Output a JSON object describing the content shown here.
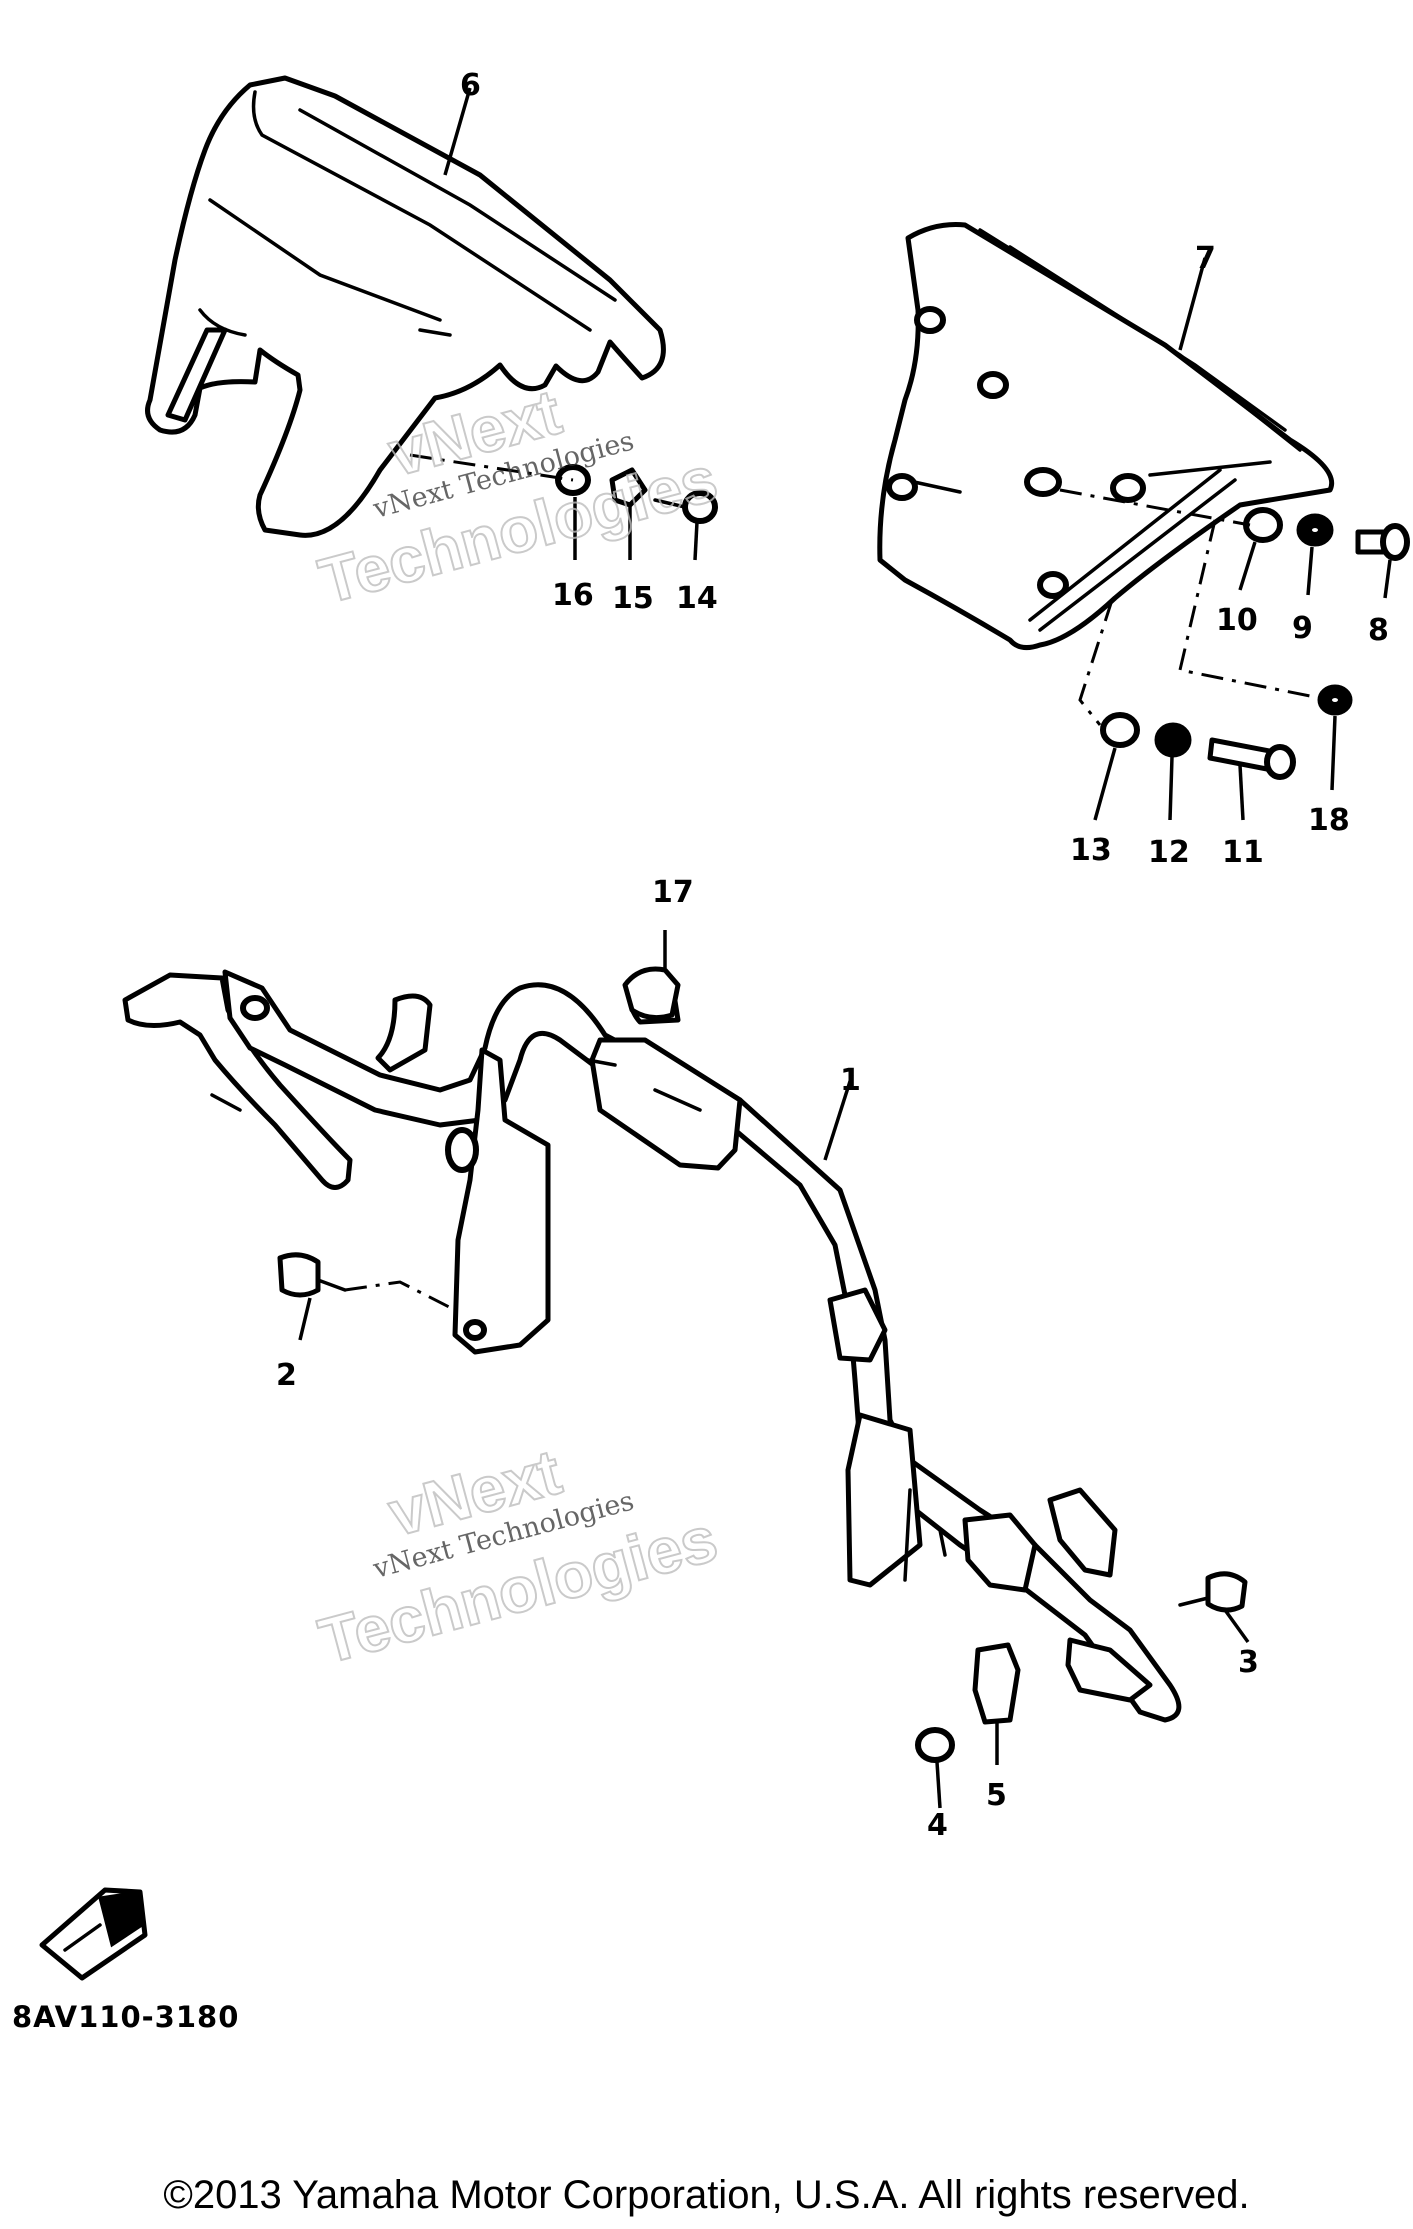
{
  "callouts": [
    "1",
    "2",
    "3",
    "4",
    "5",
    "6",
    "7",
    "8",
    "9",
    "10",
    "11",
    "12",
    "13",
    "14",
    "15",
    "16",
    "17",
    "18"
  ],
  "watermark": {
    "line1": "vNext",
    "line2": "vNext Technologies",
    "line3": "Technologies"
  },
  "diagram_code": "8AV110-3180",
  "copyright": "©2013 Yamaha Motor Corporation, U.S.A. All rights reserved."
}
